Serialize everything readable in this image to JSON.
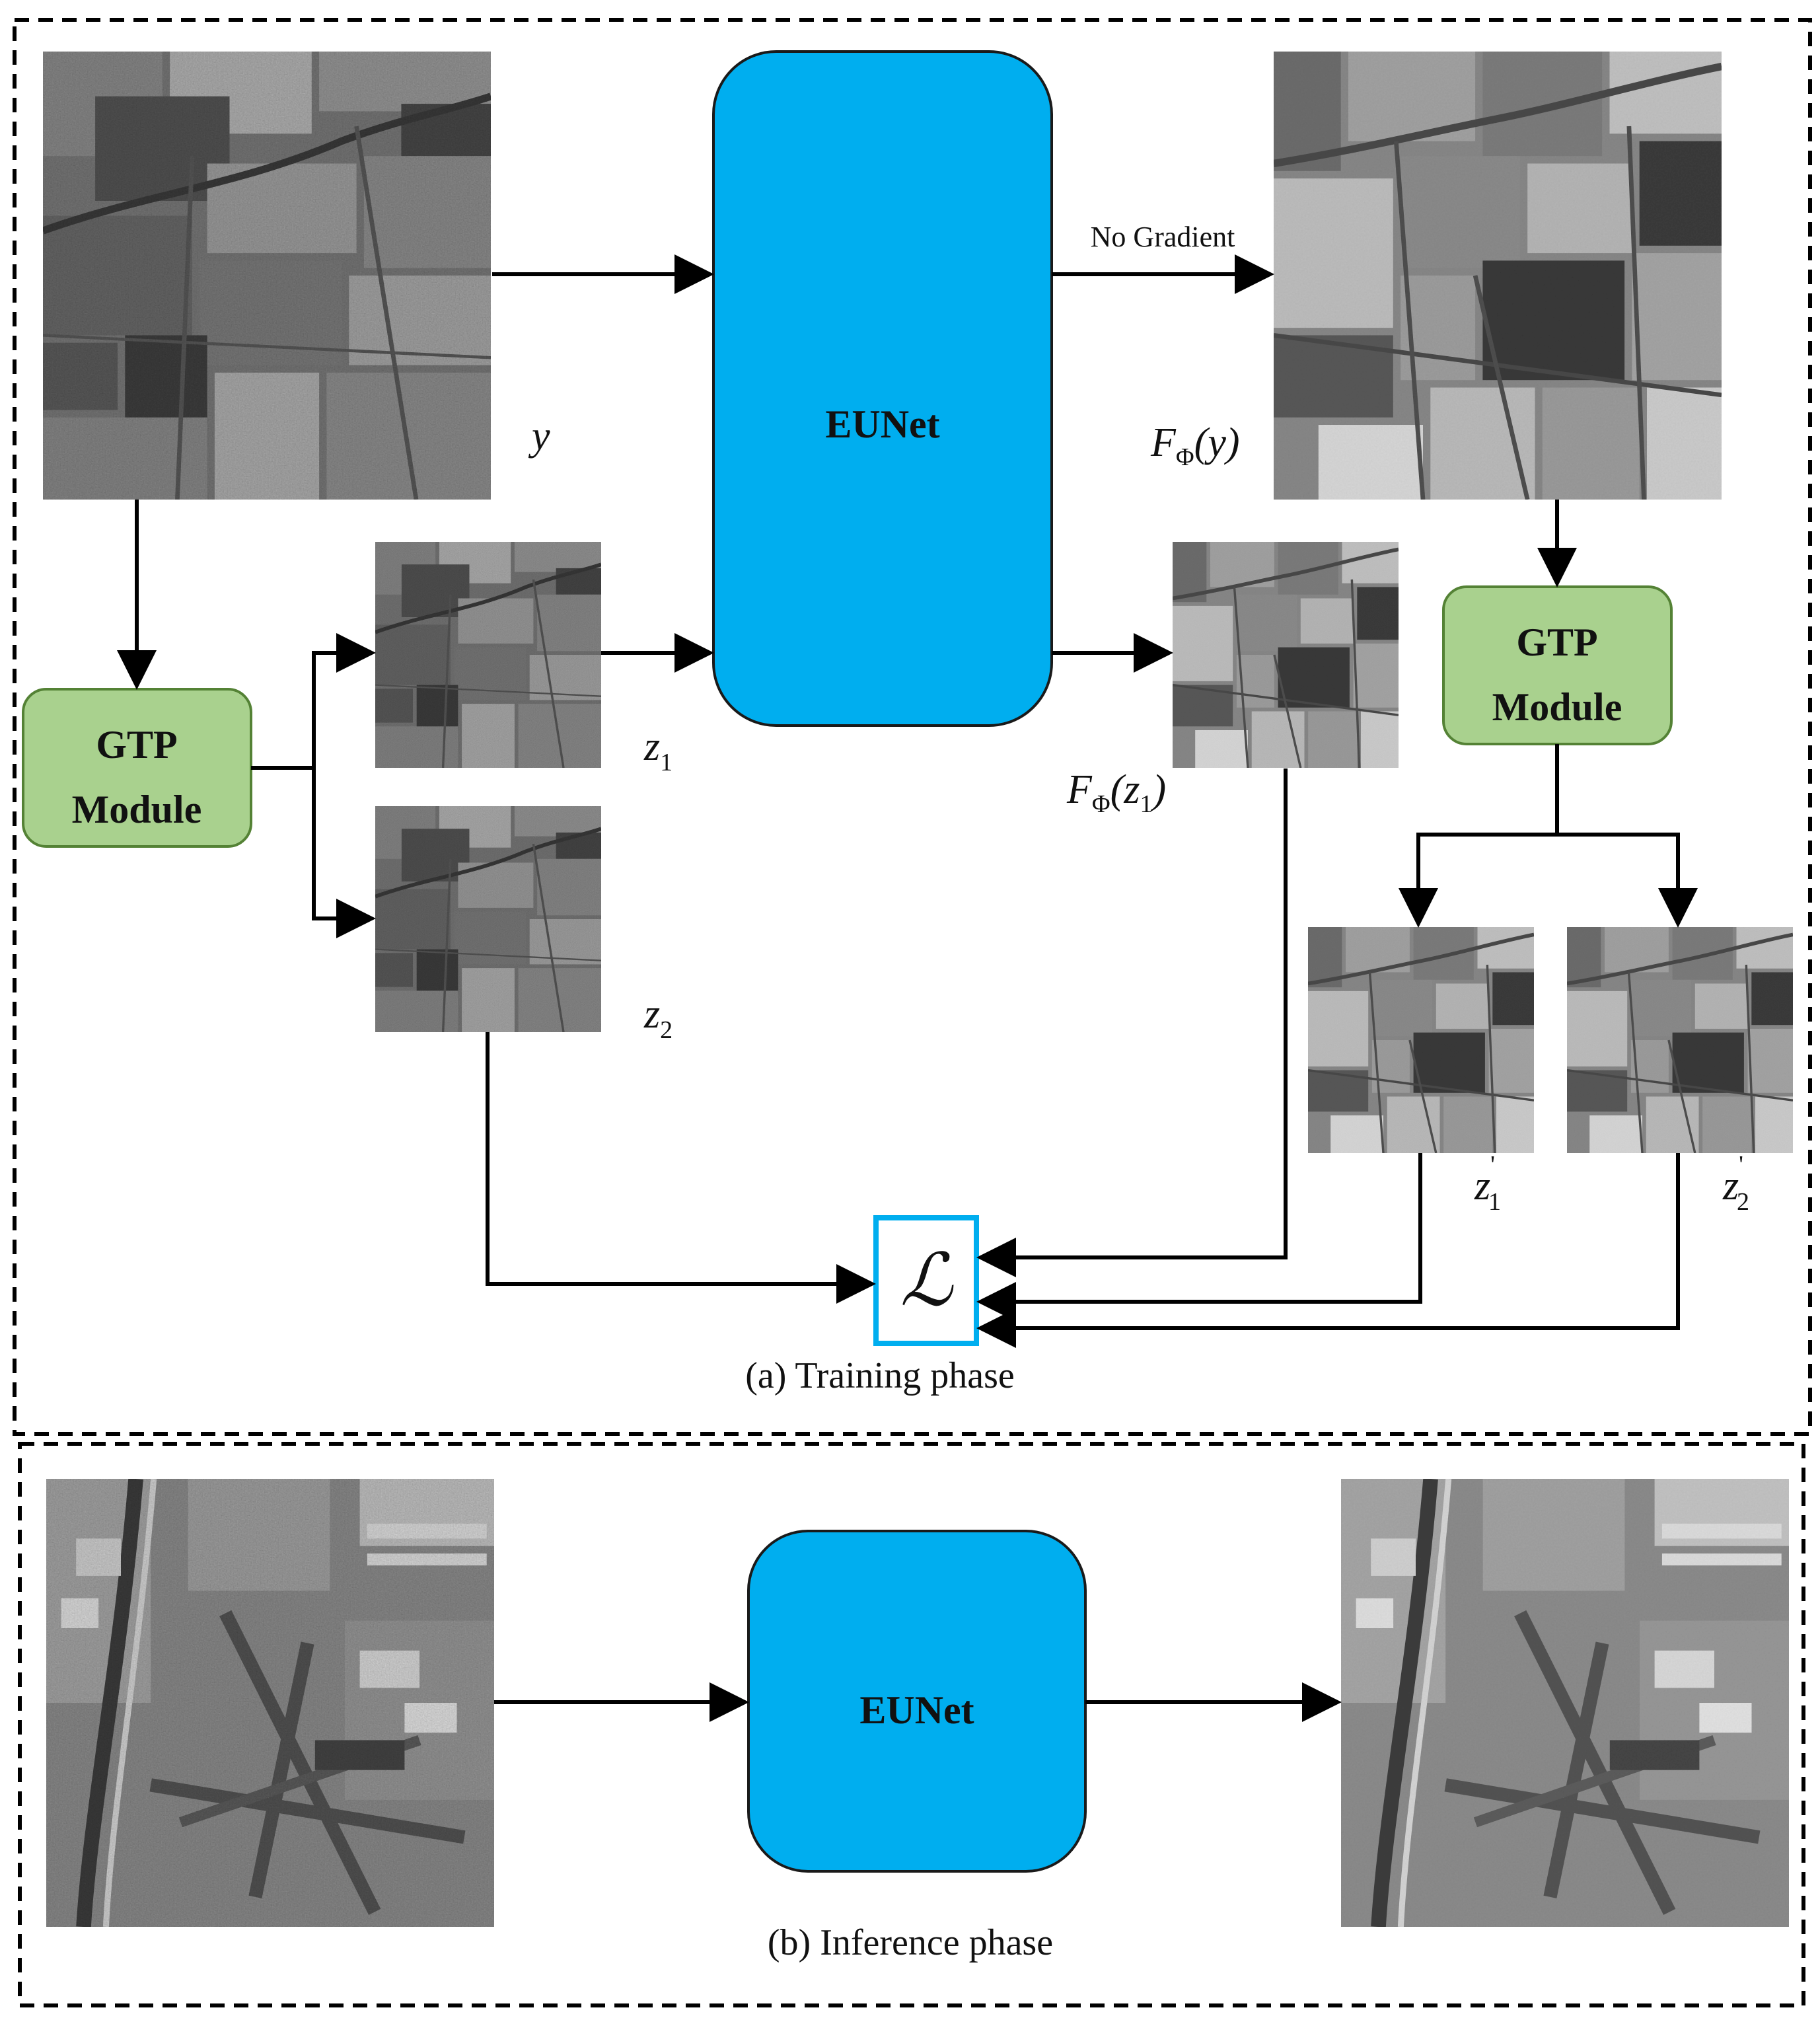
{
  "colors": {
    "eunet_fill": "#00aeef",
    "gtp_fill": "#a9d18e",
    "gtp_stroke": "#548235",
    "loss_border": "#00aeef",
    "frame_dash": "#000000"
  },
  "training": {
    "caption": "(a) Training phase",
    "eunet_label": "EUNet",
    "gtp_left": {
      "line1": "GTP",
      "line2": "Module"
    },
    "gtp_right": {
      "line1": "GTP",
      "line2": "Module"
    },
    "no_gradient": "No Gradient",
    "labels": {
      "y": {
        "main": "y"
      },
      "f_y": {
        "f": "F",
        "sub": "Φ",
        "open": "(",
        "var": "y",
        "close": ")"
      },
      "z1": {
        "main": "z",
        "sub": "1"
      },
      "z2": {
        "main": "z",
        "sub": "2"
      },
      "f_z1": {
        "f": "F",
        "sub": "Φ",
        "open": "(",
        "var": "z",
        "vsub": "1",
        "close": ")"
      },
      "z1p": {
        "main": "z",
        "sup": "'",
        "sub": "1"
      },
      "z2p": {
        "main": "z",
        "sup": "'",
        "sub": "2"
      }
    },
    "loss_symbol": "ℒ"
  },
  "inference": {
    "caption": "(b) Inference phase",
    "eunet_label": "EUNet"
  }
}
